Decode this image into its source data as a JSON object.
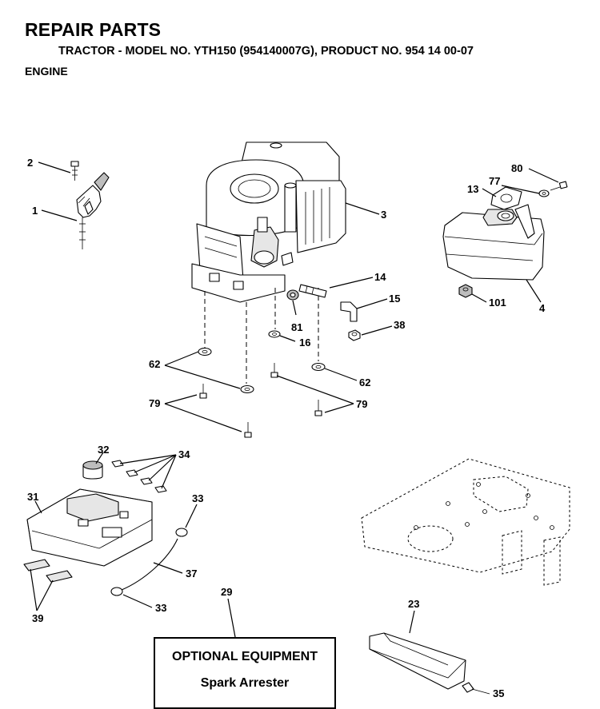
{
  "header": {
    "title": "REPAIR PARTS",
    "subtitle": "TRACTOR - MODEL NO. YTH150 (954140007G), PRODUCT NO. 954 14 00-07",
    "section": "ENGINE"
  },
  "callouts": {
    "c1": "1",
    "c2": "2",
    "c3": "3",
    "c4": "4",
    "c13": "13",
    "c14": "14",
    "c15": "15",
    "c16": "16",
    "c23": "23",
    "c29": "29",
    "c31": "31",
    "c32": "32",
    "c33a": "33",
    "c33b": "33",
    "c34": "34",
    "c35": "35",
    "c37": "37",
    "c38": "38",
    "c39": "39",
    "c62a": "62",
    "c62b": "62",
    "c77": "77",
    "c79a": "79",
    "c79b": "79",
    "c80": "80",
    "c81": "81",
    "c101": "101"
  },
  "optional_box": {
    "title": "OPTIONAL EQUIPMENT",
    "item": "Spark Arrester"
  }
}
